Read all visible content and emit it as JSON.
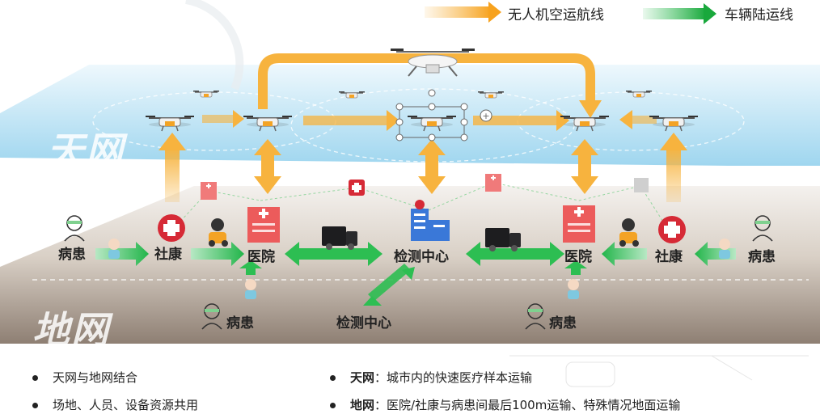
{
  "legend": {
    "air_route": "无人机空运航线",
    "ground_route": "车辆陆运线",
    "air_color": "#f7b33e",
    "ground_color": "#2dbe52"
  },
  "planes": {
    "sky": "天网",
    "ground": "地网"
  },
  "nodes": {
    "patient_left": "病患",
    "community_left": "社康",
    "hospital_left": "医院",
    "lab_center": "检测中心",
    "hospital_right": "医院",
    "community_right": "社康",
    "patient_right": "病患",
    "patient_lower_left": "病患",
    "lab_lower": "检测中心",
    "patient_lower_right": "病患"
  },
  "icons": [
    "drone-icon",
    "large-drone-icon",
    "hospital-icon",
    "clinic-cross-icon",
    "truck-icon",
    "courier-icon",
    "patient-icon",
    "nurse-icon",
    "lab-building-icon"
  ],
  "bullets": {
    "left": [
      "天网与地网结合",
      "场地、人员、设备资源共用"
    ],
    "right": [
      {
        "bold": "天网",
        "text": "：城市内的快速医疗样本运输"
      },
      {
        "bold": "地网",
        "text": "：医院/社康与病患间最后100m运输、特殊情况地面运输"
      }
    ]
  }
}
